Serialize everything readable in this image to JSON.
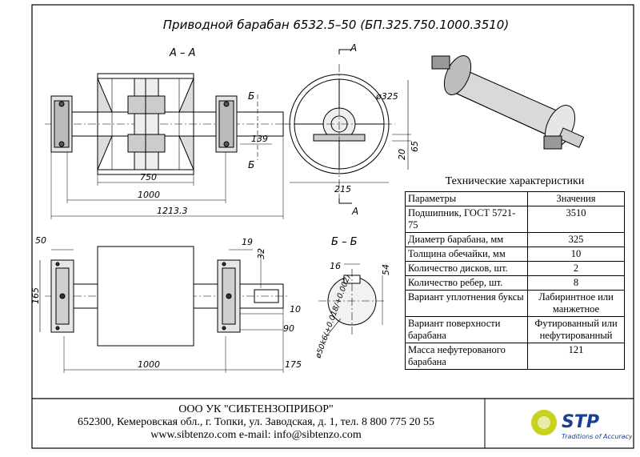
{
  "title": "Приводной барабан 6532.5–50 (БП.325.750.1000.3510)",
  "section_labels": {
    "aa": "А – А",
    "bb": "Б – Б",
    "a_top": "А",
    "a_bottom": "А",
    "b_top": "Б",
    "b_bottom": "Б"
  },
  "dimensions": {
    "d750": "750",
    "d1000_top": "1000",
    "d1213": "1213.3",
    "d139": "139",
    "d325": "ø325",
    "d20": "20",
    "d65": "65",
    "d215": "215",
    "d50": "50",
    "d165": "165",
    "d19": "19",
    "d32": "32",
    "d10": "10",
    "d90": "90",
    "d1000_bottom": "1000",
    "d175": "175",
    "d16": "16",
    "d54": "54",
    "d50k6": "ø50k6(+0.018/+0.002)"
  },
  "specs": {
    "title": "Технические характеристики",
    "header": {
      "param": "Параметры",
      "value": "Значения"
    },
    "rows": [
      {
        "param": "Подшипник, ГОСТ 5721-75",
        "value": "3510"
      },
      {
        "param": "Диаметр барабана, мм",
        "value": "325"
      },
      {
        "param": "Толщина обечайки, мм",
        "value": "10"
      },
      {
        "param": "Количество дисков, шт.",
        "value": "2"
      },
      {
        "param": "Количество ребер, шт.",
        "value": "8"
      },
      {
        "param": "Вариант уплотнения буксы",
        "value": "Лабиринтное или манжетное"
      },
      {
        "param": "Вариант поверхности барабана",
        "value": "Футированный или нефутированный"
      },
      {
        "param": "Масса нефутерованого барабана",
        "value": "121"
      }
    ]
  },
  "footer": {
    "company": "ООО УК \"СИБТЕНЗОПРИБОР\"",
    "address": "652300, Кемеровская обл., г. Топки, ул. Заводская, д. 1, тел. 8 800 775 20 55",
    "contacts": "www.sibtenzo.com e-mail: info@sibtenzo.com"
  },
  "logo": {
    "name": "STP",
    "tagline": "Traditions of Accuracy",
    "color": "#1a3f8f",
    "accent": "#c9d21f"
  }
}
